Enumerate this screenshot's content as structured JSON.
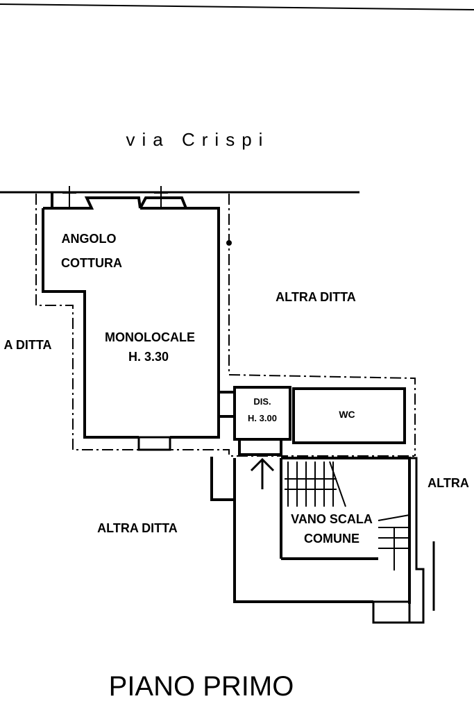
{
  "street": "via Crispi",
  "rooms": {
    "angolo_line1": "ANGOLO",
    "angolo_line2": "COTTURA",
    "monolocale_line1": "MONOLOCALE",
    "monolocale_line2": "H. 3.30",
    "dis_line1": "DIS.",
    "dis_line2": "H. 3.00",
    "wc": "WC",
    "vano_line1": "VANO SCALA",
    "vano_line2": "COMUNE"
  },
  "neighbors": {
    "right_top": "ALTRA DITTA",
    "left_mid": "A DITTA",
    "bottom_left": "ALTRA DITTA",
    "right_edge": "ALTRA"
  },
  "floor_title": "PIANO PRIMO"
}
